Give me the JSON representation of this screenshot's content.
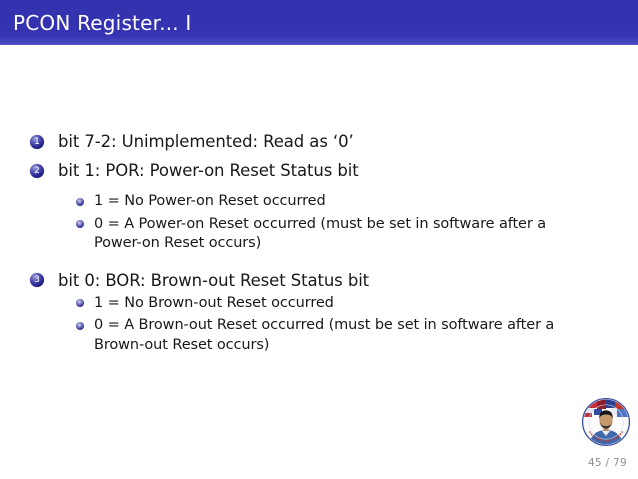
{
  "slide": {
    "title": "PCON Register... I",
    "page": "45 / 79",
    "colors": {
      "header_bg": "#3533b2",
      "header_text": "#ffffff",
      "body_text": "#191919",
      "ball": "#1b1a80",
      "page_number": "#8f8f8f"
    },
    "items": [
      {
        "number": "1",
        "text": "bit 7-2: Unimplemented: Read as ‘0’",
        "subitems": []
      },
      {
        "number": "2",
        "text": "bit 1: POR: Power-on Reset Status bit",
        "subitems": [
          "1 = No Power-on Reset occurred",
          "0 = A Power-on Reset occurred (must be set in software after a Power-on Reset occurs)"
        ]
      },
      {
        "number": "3",
        "text": "bit 0: BOR: Brown-out Reset Status bit",
        "subitems": [
          "1 = No Brown-out Reset occurred",
          "0 = A Brown-out Reset occurred (must be set in software after a Brown-out Reset occurs)"
        ]
      }
    ],
    "logo": {
      "icon": "presenter-photo-badge"
    }
  }
}
